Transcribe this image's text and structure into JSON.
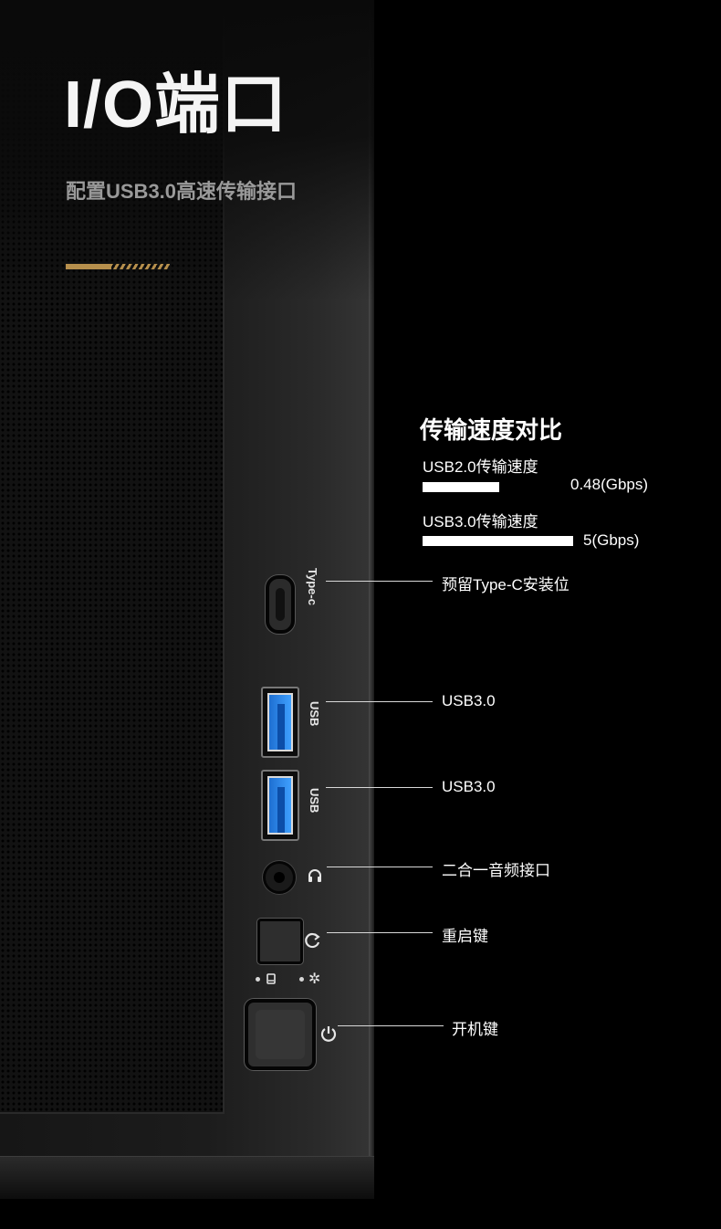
{
  "hero": {
    "title": "I/O端口",
    "subtitle": "配置USB3.0高速传输接口"
  },
  "speed_compare": {
    "title": "传输速度对比",
    "usb2": {
      "label": "USB2.0传输速度",
      "value_text": "0.48(Gbps)",
      "value_gbps": 0.48
    },
    "usb3": {
      "label": "USB3.0传输速度",
      "value_text": "5(Gbps)",
      "value_gbps": 5
    }
  },
  "ports": {
    "typec_marking": "Type-c",
    "usb_marking": "USB",
    "typec_label": "预留Type-C安装位",
    "usb1_label": "USB3.0",
    "usb2_label": "USB3.0",
    "audio_label": "二合一音频接口",
    "reset_label": "重启键",
    "power_label": "开机键"
  },
  "icons": {
    "audio": "headphone-icon",
    "reset": "restart-icon",
    "power": "power-icon",
    "hdd_led": "hdd-icon",
    "power_led": "sun-icon"
  },
  "colors": {
    "accent_gold": "#b68f4c",
    "usb3_blue": "#2f86ee"
  }
}
